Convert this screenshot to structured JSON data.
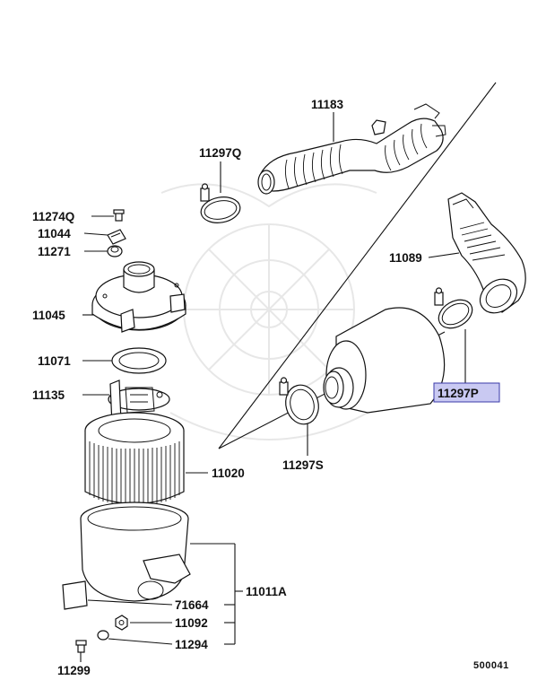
{
  "diagram": {
    "highlighted_part": "11297P",
    "highlight_color": "#c9c9f2",
    "highlight_border_color": "#3a3aa8",
    "line_color": "#111111",
    "callouts": [
      {
        "id": "c-11183",
        "text": "11183"
      },
      {
        "id": "c-11297q",
        "text": "11297Q"
      },
      {
        "id": "c-11274q",
        "text": "11274Q"
      },
      {
        "id": "c-11044",
        "text": "11044"
      },
      {
        "id": "c-11271",
        "text": "11271"
      },
      {
        "id": "c-11089",
        "text": "11089"
      },
      {
        "id": "c-11045",
        "text": "11045"
      },
      {
        "id": "c-11071",
        "text": "11071"
      },
      {
        "id": "c-11297p",
        "text": "11297P"
      },
      {
        "id": "c-11135",
        "text": "11135"
      },
      {
        "id": "c-11297s",
        "text": "11297S"
      },
      {
        "id": "c-11020",
        "text": "11020"
      },
      {
        "id": "c-71664",
        "text": "71664"
      },
      {
        "id": "c-11011a",
        "text": "11011A"
      },
      {
        "id": "c-11092",
        "text": "11092"
      },
      {
        "id": "c-11294",
        "text": "11294"
      },
      {
        "id": "c-11299",
        "text": "11299"
      }
    ],
    "diagram_id": "500041"
  }
}
